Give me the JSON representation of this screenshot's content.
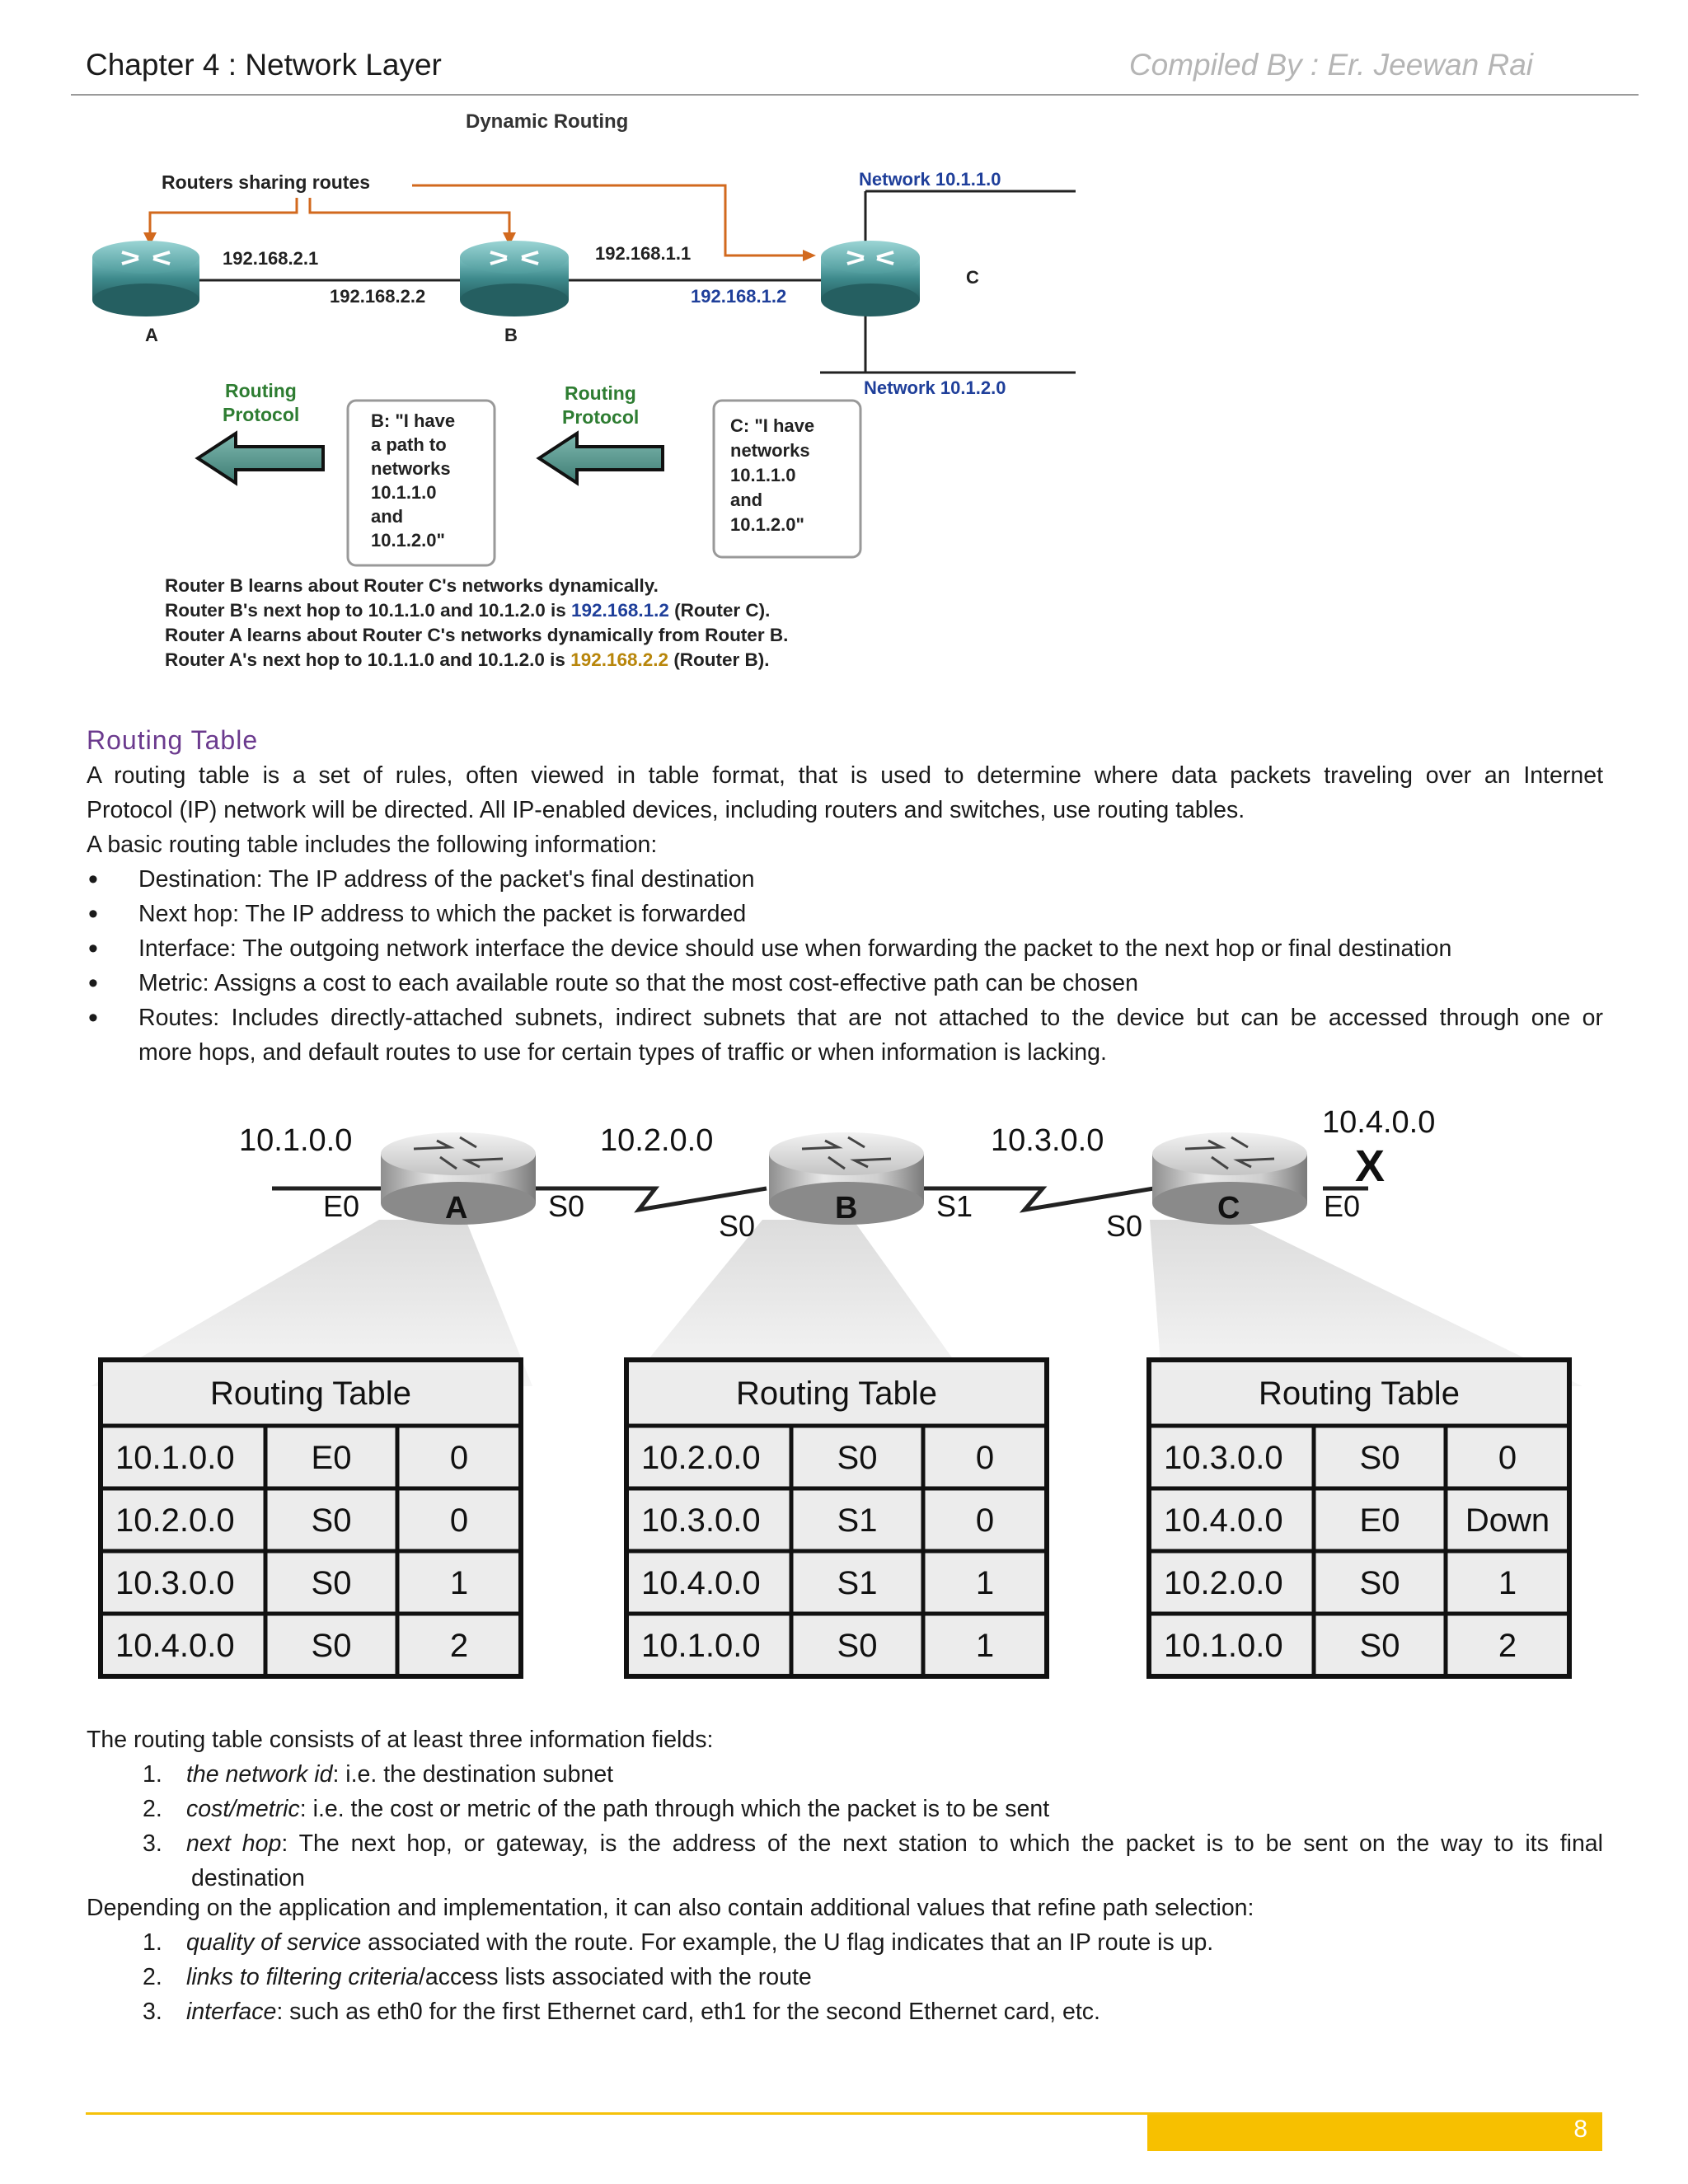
{
  "header": {
    "chapter_title": "Chapter 4 : Network Layer",
    "compiled_by": "Compiled By : Er. Jeewan Rai"
  },
  "figure1": {
    "title": "Dynamic Routing",
    "sharing_label": "Routers sharing routes",
    "network_top": "Network 10.1.1.0",
    "network_bottom": "Network 10.1.2.0",
    "ip_a": "192.168.2.1",
    "ip_b_left": "192.168.2.2",
    "ip_b_right": "192.168.1.1",
    "ip_c": "192.168.1.2",
    "router_a": "A",
    "router_b": "B",
    "router_c": "C",
    "protocol_label_1": "Routing",
    "protocol_label_2": "Protocol",
    "callout_b": [
      "B: \"I have",
      "a path to",
      "networks",
      "10.1.1.0",
      "and",
      "10.1.2.0\""
    ],
    "callout_c": [
      "C: \"I have",
      "networks",
      "10.1.1.0",
      "and",
      "10.1.2.0\""
    ],
    "caption": [
      {
        "pre": "Router B learns about Router C's networks dynamically.",
        "ip": "",
        "post": ""
      },
      {
        "pre": "Router B's next hop to 10.1.1.0 and 10.1.2.0 is ",
        "ip": "192.168.1.2",
        "post": " (Router C)."
      },
      {
        "pre": "Router A learns about Router C's networks dynamically from Router B.",
        "ip": "",
        "post": ""
      },
      {
        "pre": "Router A's next hop to 10.1.1.0 and 10.1.2.0 is ",
        "ip": "192.168.2.2",
        "post": " (Router B)."
      }
    ],
    "colors": {
      "ip_blue": "#1f3f9a",
      "ip_orange": "#b8860b",
      "arrow_orange": "#d2691e",
      "router_teal": "#3e8a8c"
    }
  },
  "routing_table_section": {
    "heading": "Routing Table",
    "intro_line1": "A routing table is a set of rules, often viewed in table format, that is used to determine where data packets traveling over an Internet",
    "intro_line2": "Protocol (IP) network will be directed. All IP-enabled devices, including routers and switches, use routing tables.",
    "basic_info": "A basic routing table includes the following information:",
    "bullets": [
      "Destination: The IP address of the packet's final destination",
      "Next hop: The IP address to which the packet is forwarded",
      "Interface: The outgoing network interface the device should use when forwarding the packet to the next hop or final destination",
      "Metric: Assigns a cost to each available route so that the most cost-effective path can be chosen"
    ],
    "bullet5_line1": "Routes: Includes directly-attached subnets, indirect subnets that are not attached to the device but can be accessed through one or",
    "bullet5_line2": "more hops, and default routes to use for certain types of traffic or when information is lacking."
  },
  "figure2": {
    "networks": [
      "10.1.0.0",
      "10.2.0.0",
      "10.3.0.0",
      "10.4.0.0"
    ],
    "routers": [
      "A",
      "B",
      "C"
    ],
    "interfaces": {
      "a_e0": "E0",
      "a_s0": "S0",
      "b_s0": "S0",
      "b_s1": "S1",
      "c_s0": "S0",
      "c_e0": "E0"
    },
    "down_mark": "X",
    "tables": [
      {
        "title": "Routing Table",
        "rows": [
          [
            "10.1.0.0",
            "E0",
            "0"
          ],
          [
            "10.2.0.0",
            "S0",
            "0"
          ],
          [
            "10.3.0.0",
            "S0",
            "1"
          ],
          [
            "10.4.0.0",
            "S0",
            "2"
          ]
        ]
      },
      {
        "title": "Routing Table",
        "rows": [
          [
            "10.2.0.0",
            "S0",
            "0"
          ],
          [
            "10.3.0.0",
            "S1",
            "0"
          ],
          [
            "10.4.0.0",
            "S1",
            "1"
          ],
          [
            "10.1.0.0",
            "S0",
            "1"
          ]
        ]
      },
      {
        "title": "Routing Table",
        "rows": [
          [
            "10.3.0.0",
            "S0",
            "0"
          ],
          [
            "10.4.0.0",
            "E0",
            "Down"
          ],
          [
            "10.2.0.0",
            "S0",
            "1"
          ],
          [
            "10.1.0.0",
            "S0",
            "2"
          ]
        ]
      }
    ]
  },
  "fields_section": {
    "intro": "The routing table consists of at least three information fields:",
    "items": [
      {
        "num": "1.",
        "term": "the network id",
        "text": ": i.e. the destination subnet"
      },
      {
        "num": "2.",
        "term": "cost/metric",
        "text": ": i.e. the cost or metric of the path through which the packet is to be sent"
      },
      {
        "num": "3.",
        "term": "next hop",
        "text": ": The next hop, or gateway, is the address of the next station to which the packet is to be sent on the way to its final",
        "text2": "destination"
      }
    ],
    "intro2": "Depending on the application and implementation, it can also contain additional values that refine path selection:",
    "items2": [
      {
        "num": "1.",
        "term": "quality of service",
        "text": " associated with the route. For example, the U flag indicates that an IP route is up."
      },
      {
        "num": "2.",
        "term": "links to filtering criteria",
        "text": "/access lists associated with the route"
      },
      {
        "num": "3.",
        "term": "interface",
        "text": ": such as eth0 for the first Ethernet card, eth1 for the second Ethernet card, etc."
      }
    ]
  },
  "footer": {
    "page_number": "8",
    "accent_color": "#f7c000"
  }
}
